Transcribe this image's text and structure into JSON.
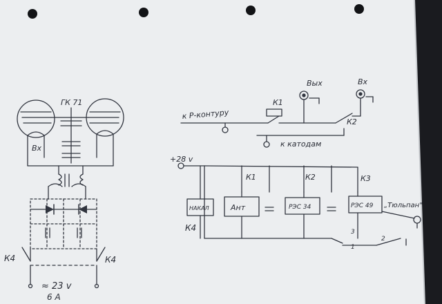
{
  "paper_color": "#eceef0",
  "ink_color": "#30343e",
  "background_color": "#1a1b1f",
  "labels": {
    "tube": "ГК 71",
    "input_left": "Вх",
    "relay_k4_left": "К4",
    "relay_k4_right": "К4",
    "supply_voltage": "≈ 23 v",
    "supply_current": "6 А",
    "to_p_circuit": "к Р-контуру",
    "relay_k1_top": "К1",
    "out_jack": "Вых",
    "in_jack": "Вх",
    "relay_k2_top": "К2",
    "to_cathodes": "к катодам",
    "plus_28": "+28 v",
    "relay_k1_bottom": "К1",
    "relay_k2_bottom": "К2",
    "relay_k3": "К3",
    "box_nakal": "НАКАЛ",
    "box_ant": "Ант",
    "box_res34": "РЭС 34",
    "box_res49": "РЭС 49",
    "tulip": "„Тюльпан\"",
    "k4_bottom": "К4",
    "contact_1": "1",
    "contact_2": "2",
    "contact_3": "3"
  }
}
